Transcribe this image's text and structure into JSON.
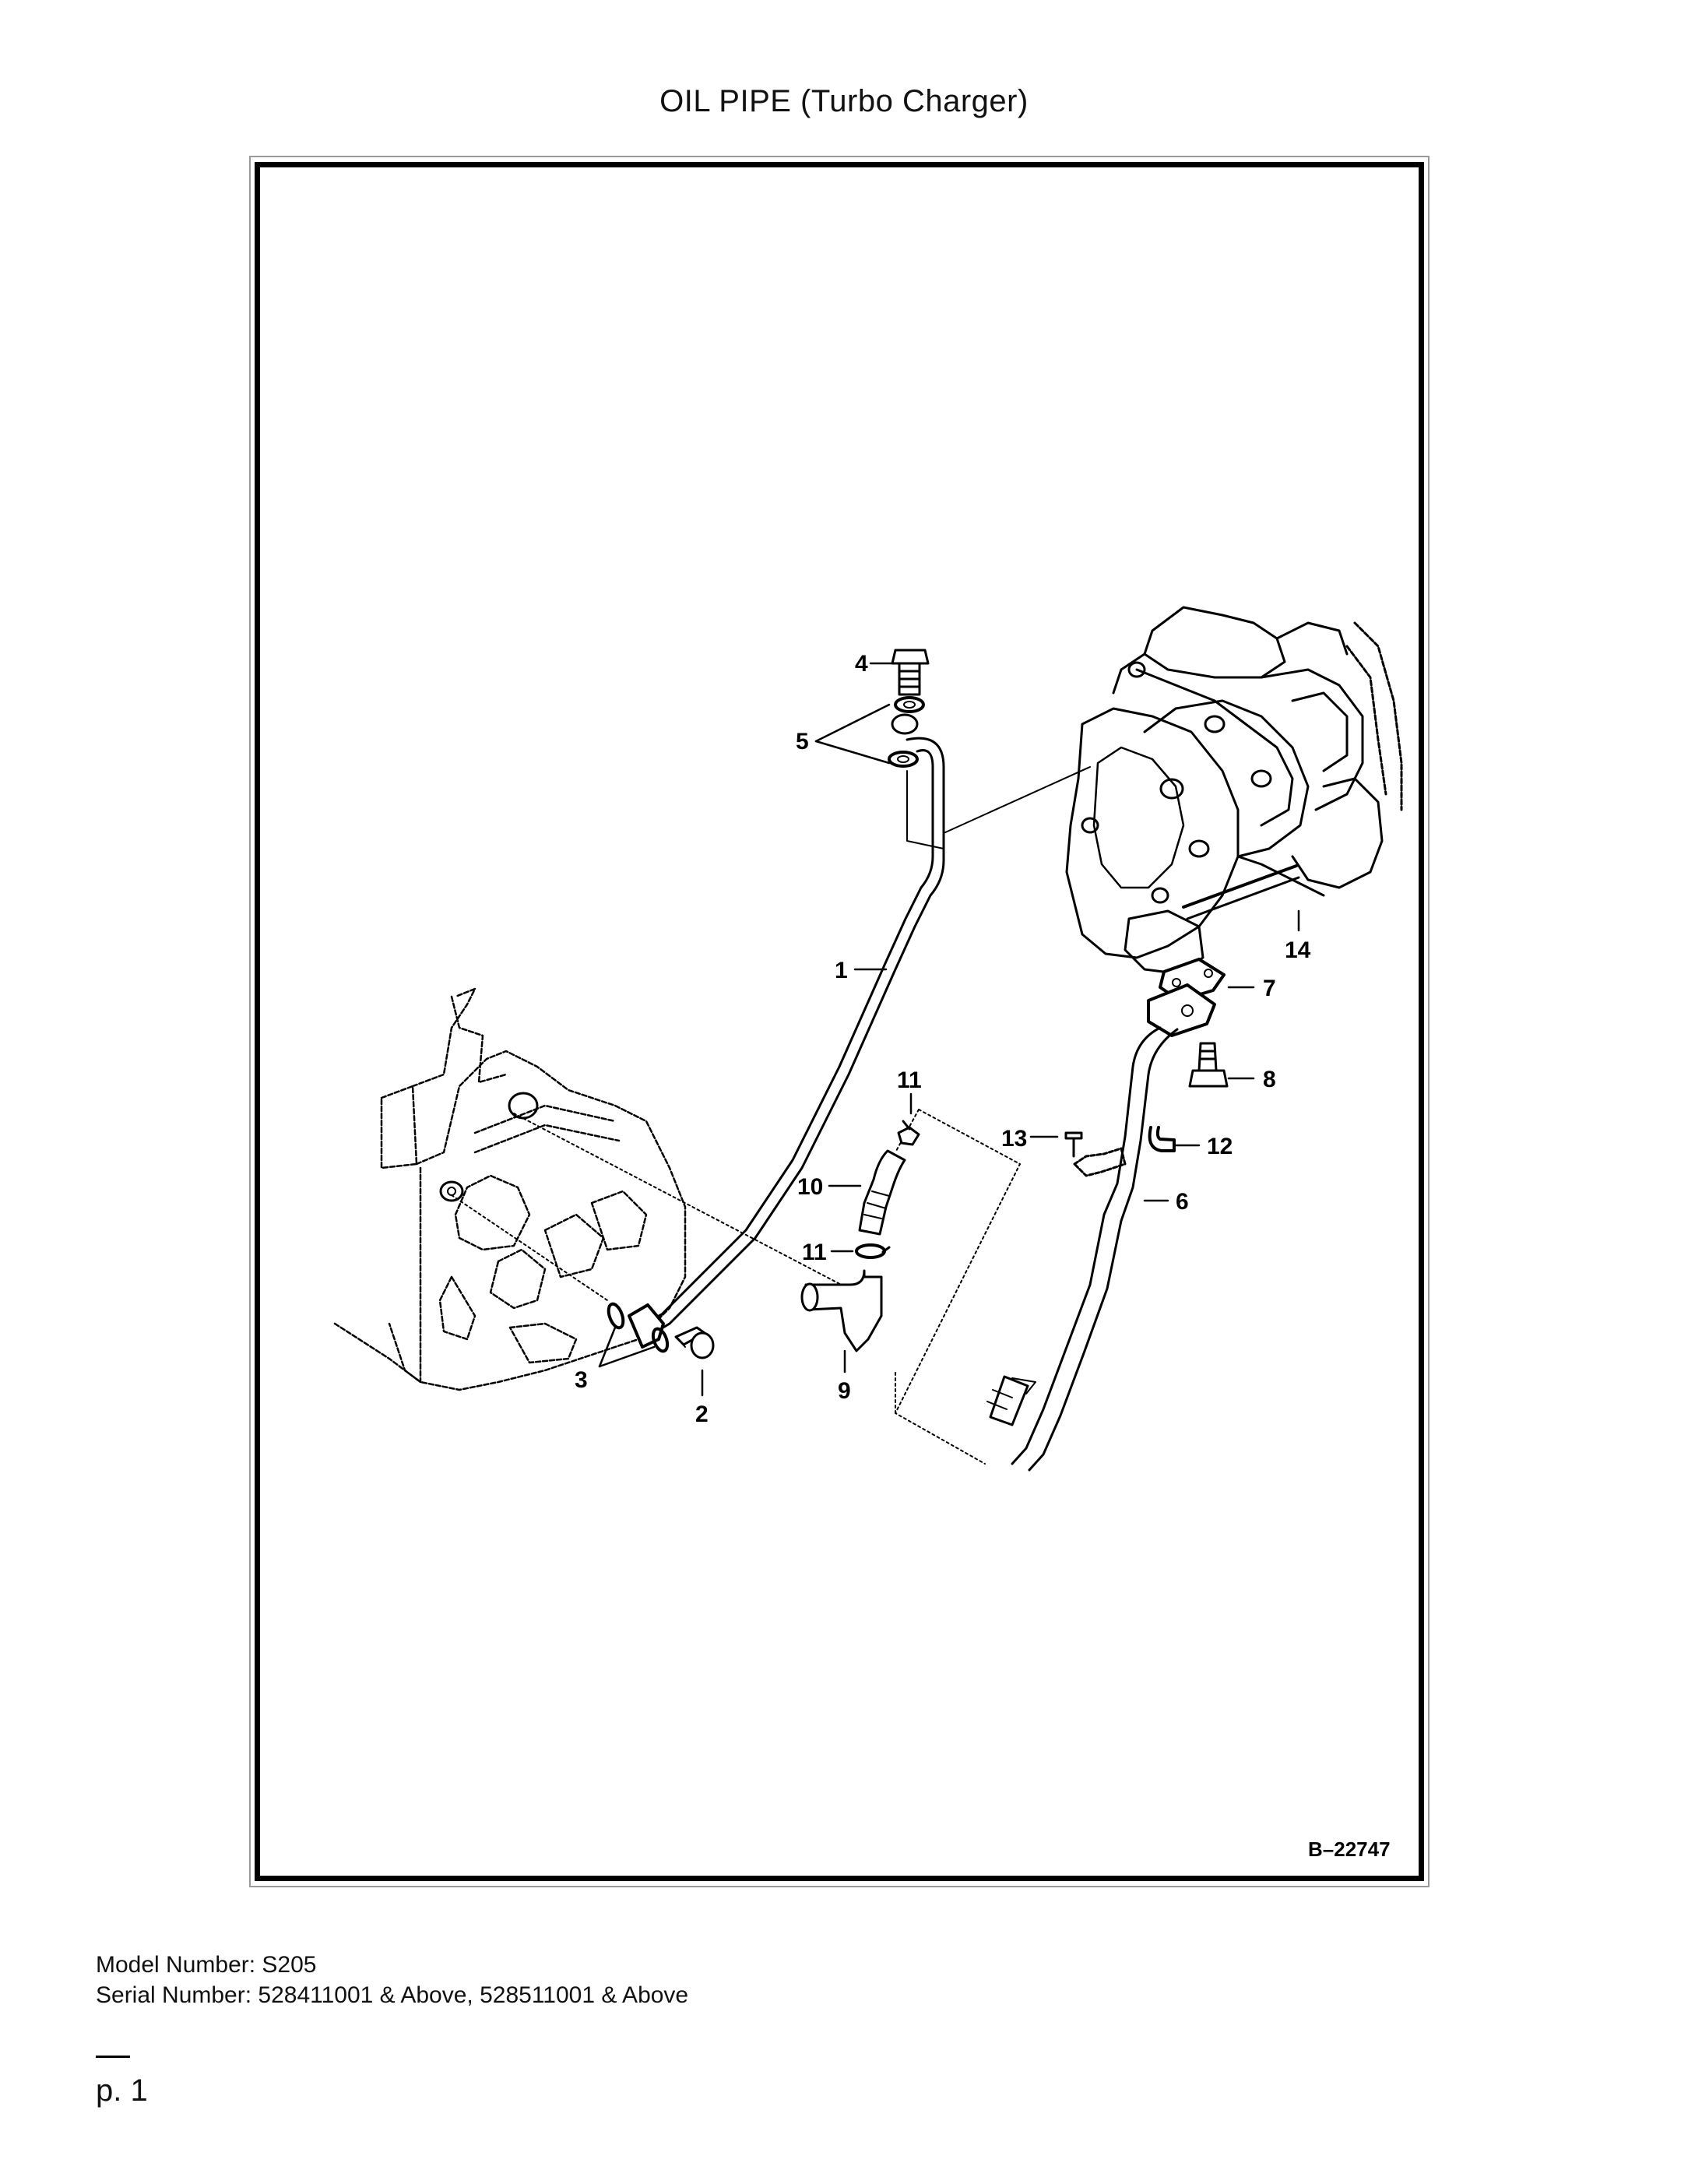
{
  "title": "OIL PIPE (Turbo Charger)",
  "diagram": {
    "drawing_code": "B–22747",
    "callouts": {
      "c1": "1",
      "c2": "2",
      "c3": "3",
      "c4": "4",
      "c5": "5",
      "c6": "6",
      "c7": "7",
      "c8": "8",
      "c9": "9",
      "c10": "10",
      "c11a": "11",
      "c11b": "11",
      "c12": "12",
      "c13": "13",
      "c14": "14"
    }
  },
  "footer": {
    "model": "Model Number: S205",
    "serial": "Serial Number: 528411001 & Above, 528511001 & Above"
  },
  "page": {
    "label": "p. 1"
  }
}
